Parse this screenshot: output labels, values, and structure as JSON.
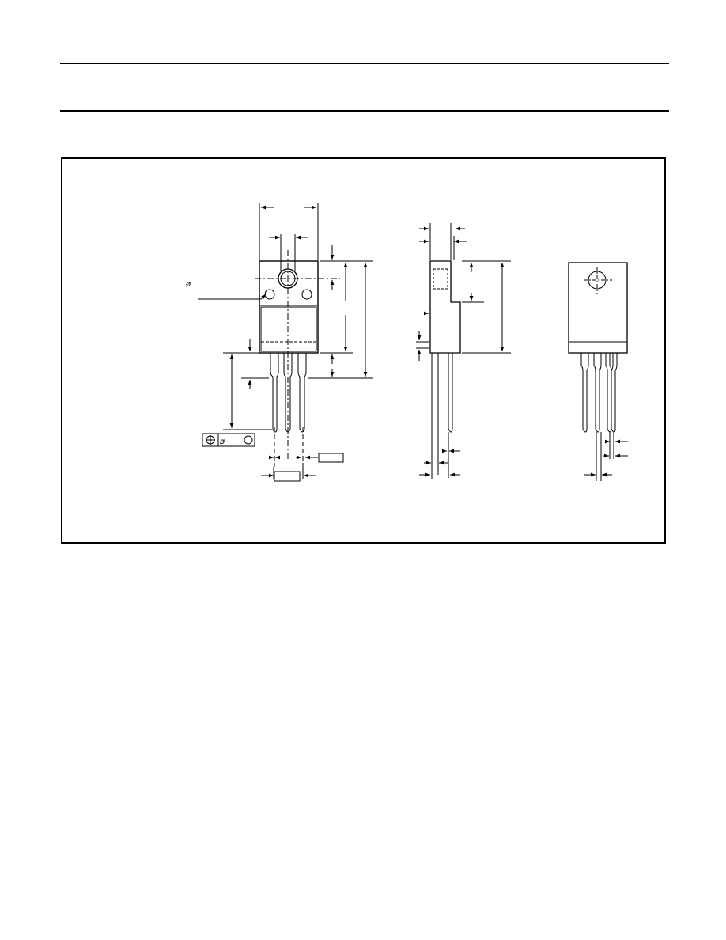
{
  "header": {},
  "figure": {
    "diameter_symbol": "ø",
    "feature_control_frame_symbol": "ø",
    "datum_labels": [
      "",
      ""
    ],
    "views": [
      "front-view",
      "side-view",
      "rear-view"
    ]
  }
}
